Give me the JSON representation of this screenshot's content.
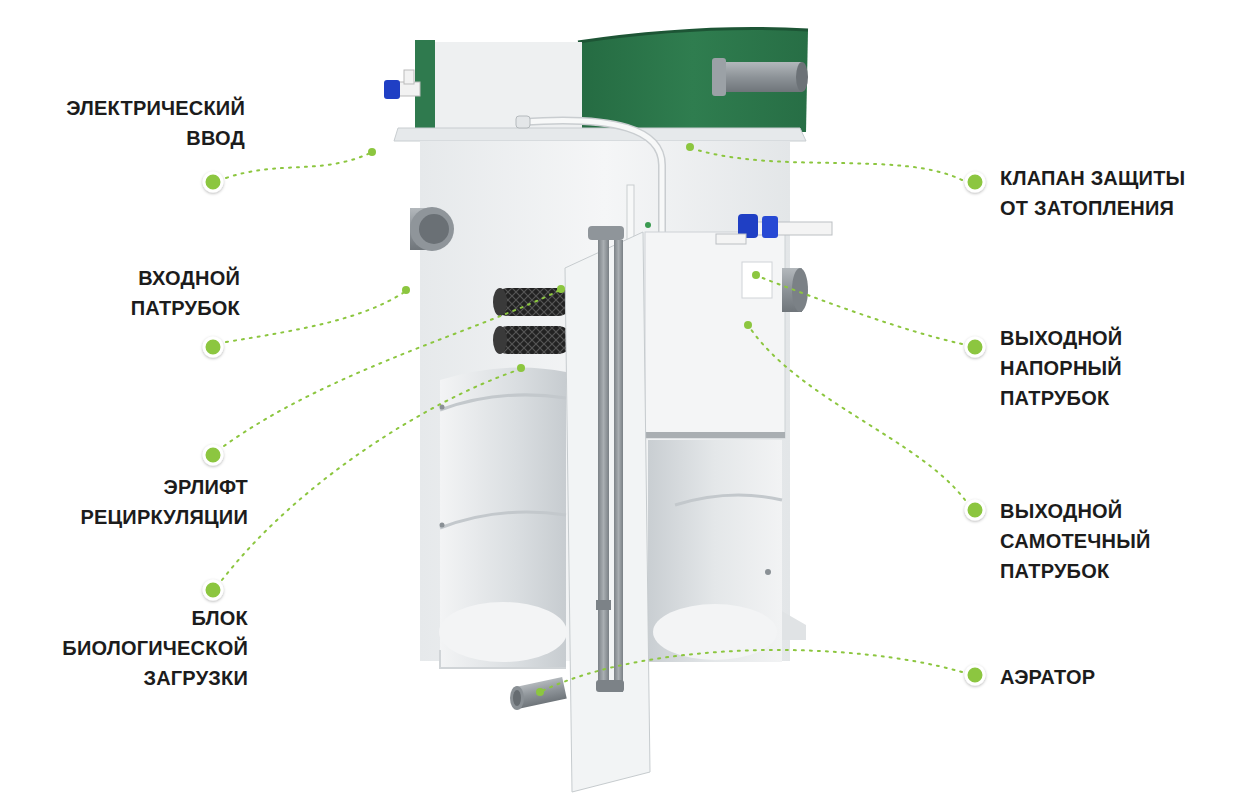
{
  "diagram": {
    "labels": [
      "ЭЛЕКТРИЧЕСКИЙ ВВОД",
      "ВХОДНОЙ ПАТРУБОК",
      "ЭРЛИФТ РЕЦИРКУЛЯЦИИ",
      "БЛОК БИОЛОГИЧЕСКОЙ ЗАГРУЗКИ",
      "КЛАПАН ЗАЩИТЫ ОТ ЗАТОПЛЕНИЯ",
      "ВЫХОДНОЙ НАПОРНЫЙ ПАТРУБОК",
      "ВЫХОДНОЙ САМОТЕЧНЫЙ ПАТРУБОК",
      "АЭРАТОР"
    ]
  }
}
